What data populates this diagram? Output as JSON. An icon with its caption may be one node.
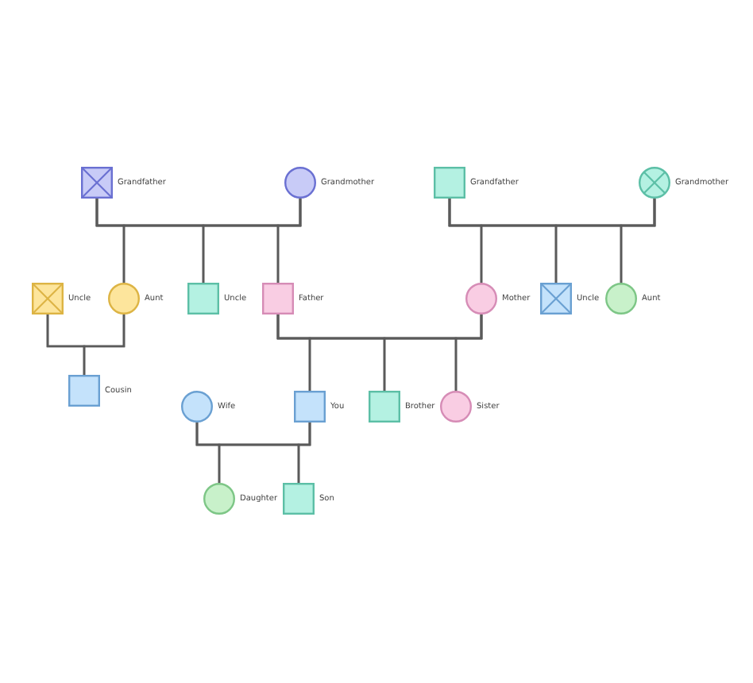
{
  "diagram": {
    "nodes": [
      {
        "text": [
          "Grandfather"
        ]
      },
      {
        "text": [
          "Grandmother"
        ]
      },
      {
        "text": [
          "Grandfather"
        ]
      },
      {
        "text": [
          "Grandmother"
        ]
      },
      {
        "text": [
          "Uncle"
        ]
      },
      {
        "text": [
          "Aunt"
        ]
      },
      {
        "text": [
          "Uncle"
        ]
      },
      {
        "text": [
          "Father"
        ]
      },
      {
        "text": [
          "Mother"
        ]
      },
      {
        "text": [
          "Uncle"
        ]
      },
      {
        "text": [
          "Aunt"
        ]
      },
      {
        "text": [
          "Cousin"
        ]
      },
      {
        "text": [
          "Wife"
        ]
      },
      {
        "text": [
          "You"
        ]
      },
      {
        "text": [
          "Brother"
        ]
      },
      {
        "text": [
          "Sister"
        ]
      },
      {
        "text": [
          "Daughter"
        ]
      },
      {
        "text": [
          "Son"
        ]
      }
    ],
    "edges": [
      {
        "from": 0,
        "to": 1,
        "arrow": "none"
      },
      {
        "from": 0,
        "to": 5,
        "arrow": "none"
      },
      {
        "from": 0,
        "to": 6,
        "arrow": "none"
      },
      {
        "from": 0,
        "to": 7,
        "arrow": "none"
      },
      {
        "from": 1,
        "to": 5,
        "arrow": "none"
      },
      {
        "from": 1,
        "to": 6,
        "arrow": "none"
      },
      {
        "from": 1,
        "to": 7,
        "arrow": "none"
      },
      {
        "from": 2,
        "to": 3,
        "arrow": "none"
      },
      {
        "from": 2,
        "to": 8,
        "arrow": "none"
      },
      {
        "from": 2,
        "to": 9,
        "arrow": "none"
      },
      {
        "from": 2,
        "to": 10,
        "arrow": "none"
      },
      {
        "from": 3,
        "to": 8,
        "arrow": "none"
      },
      {
        "from": 3,
        "to": 9,
        "arrow": "none"
      },
      {
        "from": 3,
        "to": 10,
        "arrow": "none"
      },
      {
        "from": 4,
        "to": 5,
        "arrow": "none"
      },
      {
        "from": 4,
        "to": 11,
        "arrow": "none"
      },
      {
        "from": 5,
        "to": 11,
        "arrow": "none"
      },
      {
        "from": 7,
        "to": 8,
        "arrow": "none"
      },
      {
        "from": 7,
        "to": 13,
        "arrow": "none"
      },
      {
        "from": 7,
        "to": 14,
        "arrow": "none"
      },
      {
        "from": 7,
        "to": 15,
        "arrow": "none"
      },
      {
        "from": 8,
        "to": 13,
        "arrow": "none"
      },
      {
        "from": 8,
        "to": 14,
        "arrow": "none"
      },
      {
        "from": 8,
        "to": 15,
        "arrow": "none"
      },
      {
        "from": 12,
        "to": 13,
        "arrow": "none"
      },
      {
        "from": 12,
        "to": 16,
        "arrow": "none"
      },
      {
        "from": 12,
        "to": 17,
        "arrow": "none"
      },
      {
        "from": 13,
        "to": 16,
        "arrow": "none"
      },
      {
        "from": 13,
        "to": 17,
        "arrow": "none"
      }
    ]
  }
}
